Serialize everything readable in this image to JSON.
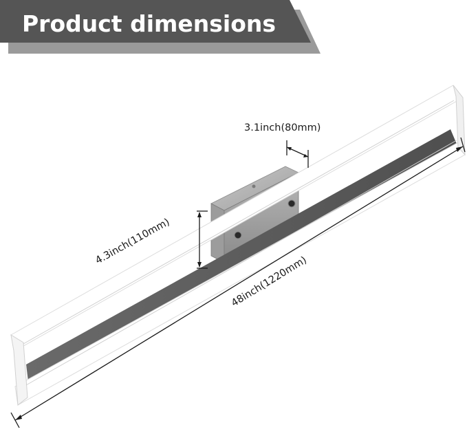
{
  "banner": {
    "title": "Product dimensions"
  },
  "dimensions": {
    "depth_label": "3.1inch(80mm)",
    "height_label": "4.3inch(110mm)",
    "length_label": "48inch(1220mm)"
  },
  "colors": {
    "banner_bg": "#555555",
    "banner_shadow": "#9a9a9a",
    "frame_white": "#ffffff",
    "frame_edge": "#d8d8d8",
    "frame_inner_dark": "#5f5f5f",
    "canopy_metal": "#a9a9a9"
  }
}
